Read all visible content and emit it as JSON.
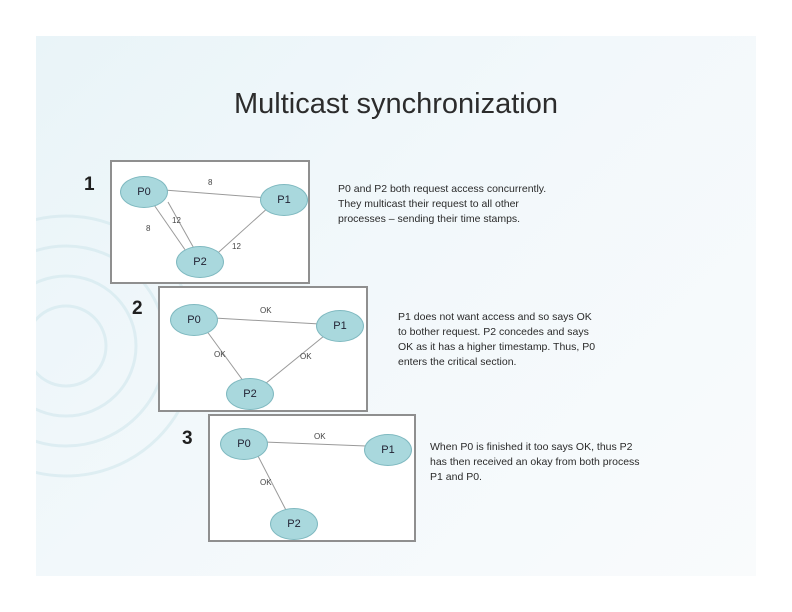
{
  "slide": {
    "title": "Multicast synchronization"
  },
  "panels": [
    {
      "number": "1",
      "nodes": [
        "P0",
        "P1",
        "P2"
      ],
      "edge_labels": [
        "8",
        "8",
        "12",
        "12"
      ],
      "description": "P0 and P2 both request access concurrently. They multicast their request to all other processes – sending their time stamps."
    },
    {
      "number": "2",
      "nodes": [
        "P0",
        "P1",
        "P2"
      ],
      "edge_labels": [
        "OK",
        "OK",
        "OK"
      ],
      "description": "P1 does not want access and so says OK to bother request. P2 concedes and says OK as it has a higher timestamp. Thus, P0 enters the critical section."
    },
    {
      "number": "3",
      "nodes": [
        "P0",
        "P1",
        "P2"
      ],
      "edge_labels": [
        "OK",
        "OK"
      ],
      "description": "When P0 is finished it too says OK, thus P2 has then received an okay from both process P1 and P0."
    }
  ],
  "colors": {
    "node_fill": "#a9d8dd",
    "node_stroke": "#7fb9c0",
    "panel_border": "#8f8f8f"
  }
}
